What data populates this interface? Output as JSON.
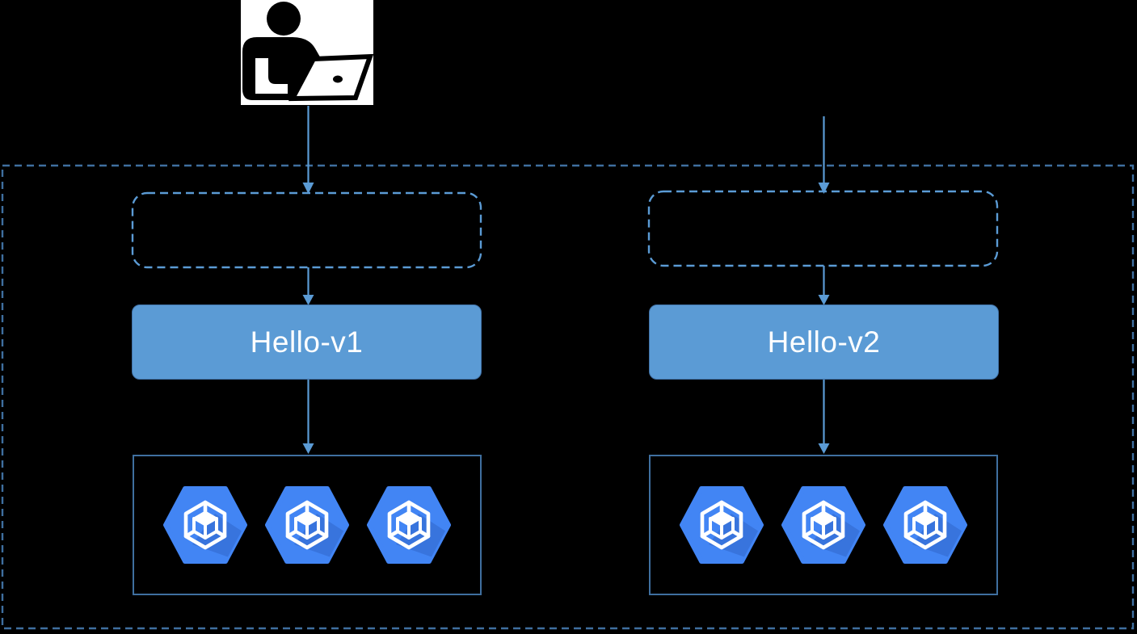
{
  "colors": {
    "background": "#000000",
    "accent": "#5b9bd5",
    "boundary": "#3f6f9f",
    "pod_fill": "#4285f4",
    "pod_shadow": "#2d5fc0",
    "pod_icon_stroke": "#ffffff",
    "service_fill": "#5b9bd5",
    "service_border": "#4273a8",
    "service_text": "#ffffff",
    "actor_fill": "#000000",
    "actor_background": "#ffffff"
  },
  "actor": {
    "icon": "user-at-laptop"
  },
  "deployments": [
    {
      "service_label": "Hello-v1",
      "pod_count": 3
    },
    {
      "service_label": "Hello-v2",
      "pod_count": 3
    }
  ],
  "icons": {
    "pod": "gke-container-hexagon"
  }
}
